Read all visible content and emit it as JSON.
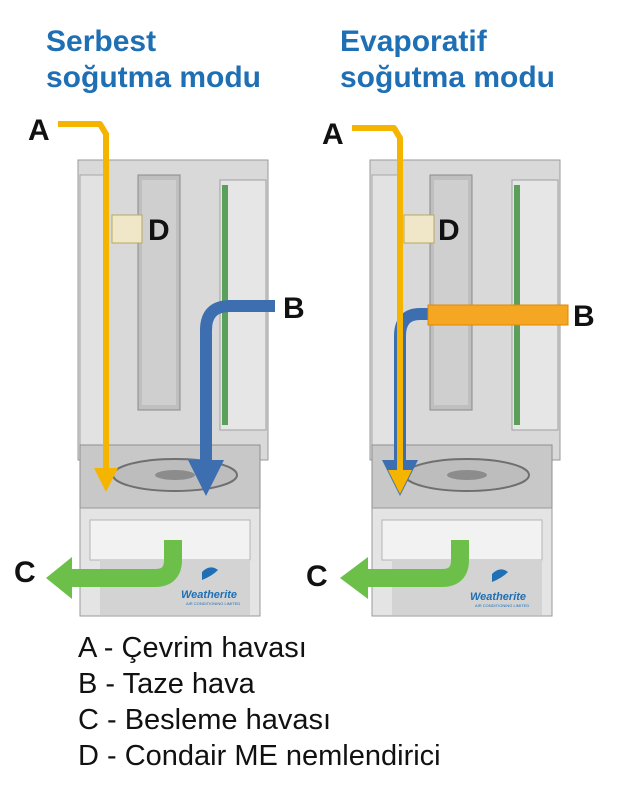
{
  "titles": {
    "left": {
      "line1": "Serbest",
      "line2": "soğutma modu"
    },
    "right": {
      "line1": "Evaporatif",
      "line2": "soğutma modu"
    }
  },
  "labels": {
    "a": "A",
    "b": "B",
    "c": "C",
    "d": "D"
  },
  "brand": {
    "name": "Weatherite",
    "tagline": "AIR CONDITIONING LIMITED"
  },
  "legend": [
    "A - Çevrim havası",
    "B - Taze hava",
    "C - Besleme havası",
    "D - Condair ME nemlendirici"
  ],
  "colors": {
    "title": "#1f6fb5",
    "return_air_arrow": "#f4b400",
    "fresh_air_arrow_blue": "#3d6fb0",
    "fresh_air_duct_orange": "#f5a623",
    "supply_air_arrow": "#6cc04a"
  }
}
